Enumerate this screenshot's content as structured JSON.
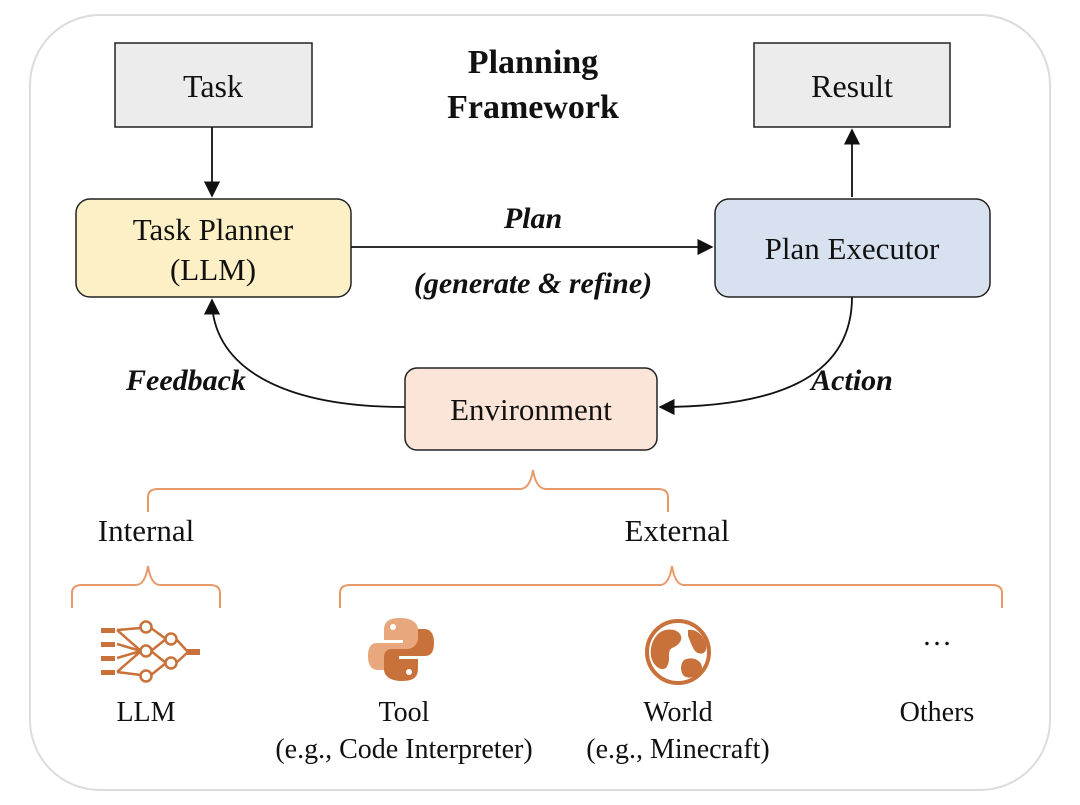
{
  "title": {
    "line1": "Planning",
    "line2": "Framework"
  },
  "nodes": {
    "task": "Task",
    "result": "Result",
    "task_planner": {
      "line1": "Task Planner",
      "line2": "(LLM)"
    },
    "plan_executor": "Plan Executor",
    "environment": "Environment"
  },
  "edges": {
    "plan": "Plan",
    "plan_sub": "(generate & refine)",
    "feedback": "Feedback",
    "action": "Action"
  },
  "groups": {
    "internal": "Internal",
    "external": "External"
  },
  "items": {
    "llm": {
      "label": "LLM",
      "icon": "neural-network-icon"
    },
    "tool": {
      "label": "Tool",
      "example": "(e.g., Code Interpreter)",
      "icon": "python-icon"
    },
    "world": {
      "label": "World",
      "example": "(e.g., Minecraft)",
      "icon": "globe-icon"
    },
    "others": {
      "label": "Others",
      "ellipsis": "…"
    }
  },
  "colors": {
    "frame": "#dcdcdc",
    "gray_box": "#ececec",
    "planner_fill": "#fdf0c6",
    "planner_stroke": "#222222",
    "executor_fill": "#d8e1f0",
    "environment_fill": "#fbe5d8",
    "accent_orange": "#e8996a",
    "icon_orange": "#c9713a"
  }
}
